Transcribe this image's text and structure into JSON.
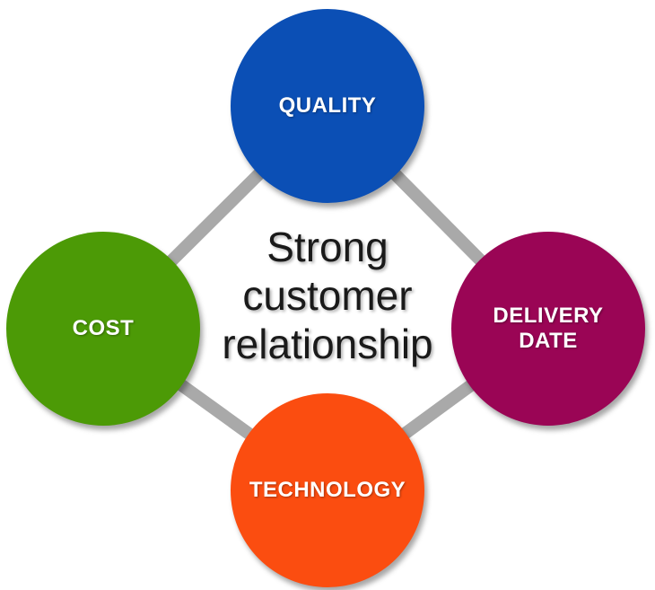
{
  "diagram": {
    "center_label": [
      "Strong",
      "customer",
      "relationship"
    ],
    "nodes": [
      {
        "id": "quality",
        "label": [
          "QUALITY"
        ],
        "color": "#0b4fb5"
      },
      {
        "id": "cost",
        "label": [
          "COST"
        ],
        "color": "#4c9a06"
      },
      {
        "id": "delivery",
        "label": [
          "DELIVERY",
          "DATE"
        ],
        "color": "#9a0555"
      },
      {
        "id": "technology",
        "label": [
          "TECHNOLOGY"
        ],
        "color": "#fb4d10"
      }
    ],
    "connector_color": "#a9a9a9"
  }
}
